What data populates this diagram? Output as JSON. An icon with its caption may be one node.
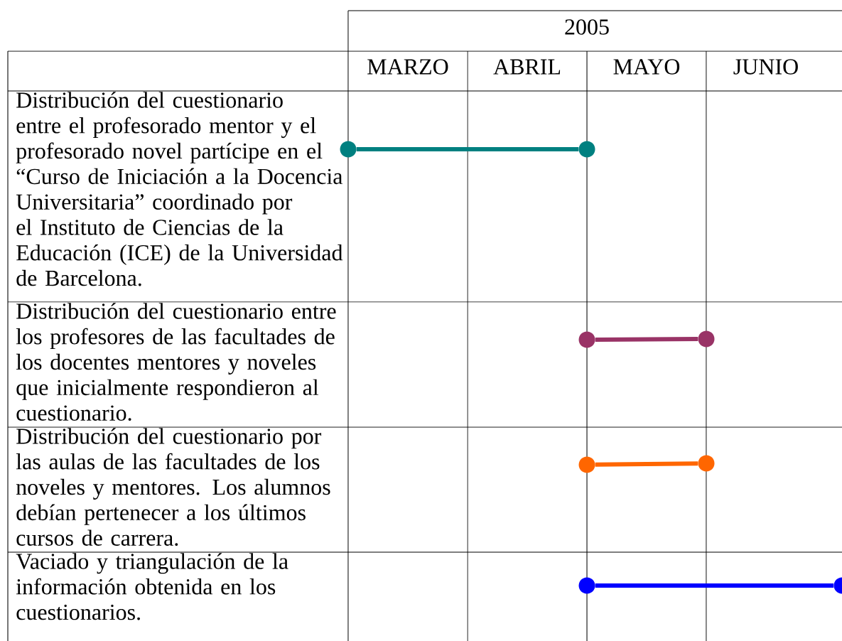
{
  "diagram": {
    "nodes": [
      {
        "text": [],
        "shape": "circle"
      },
      {
        "text": [],
        "shape": "circle"
      },
      {
        "text": [],
        "shape": "circle"
      },
      {
        "text": [],
        "shape": "circle"
      },
      {
        "text": [],
        "shape": "circle"
      },
      {
        "text": [],
        "shape": "circle"
      },
      {
        "text": [],
        "shape": "circle"
      },
      {
        "text": [],
        "shape": "circle"
      }
    ],
    "edges": [
      {
        "from": 0,
        "to": 1,
        "arrow": "none",
        "color": "#008080"
      },
      {
        "from": 2,
        "to": 3,
        "arrow": "none",
        "color": "#993366"
      },
      {
        "from": 4,
        "to": 5,
        "arrow": "none",
        "color": "#ff6600"
      },
      {
        "from": 6,
        "to": 7,
        "arrow": "none",
        "color": "#0000ff"
      }
    ],
    "labels": [
      "2005",
      "MARZO",
      "ABRIL",
      "MAYO",
      "JUNIO",
      "Distribución del cuestionario entre el profesorado mentor y el profesorado novel partícipe en el “Curso de Iniciación a la Docencia Universitaria” coordinado por el Instituto de Ciencias de la Educación (ICE) de la Universidad de Barcelona.",
      "Distribución del cuestionario entre los profesores de las facultades de los docentes mentores y noveles que inicialmente respondieron al cuestionario.",
      "Distribución del cuestionario por las aulas de las facultades de los noveles y mentores. Los alumnos debían pertenecer a los últimos cursos de carrera.",
      "Vaciado y triangulación de la información obtenida en los cuestionarios."
    ]
  }
}
